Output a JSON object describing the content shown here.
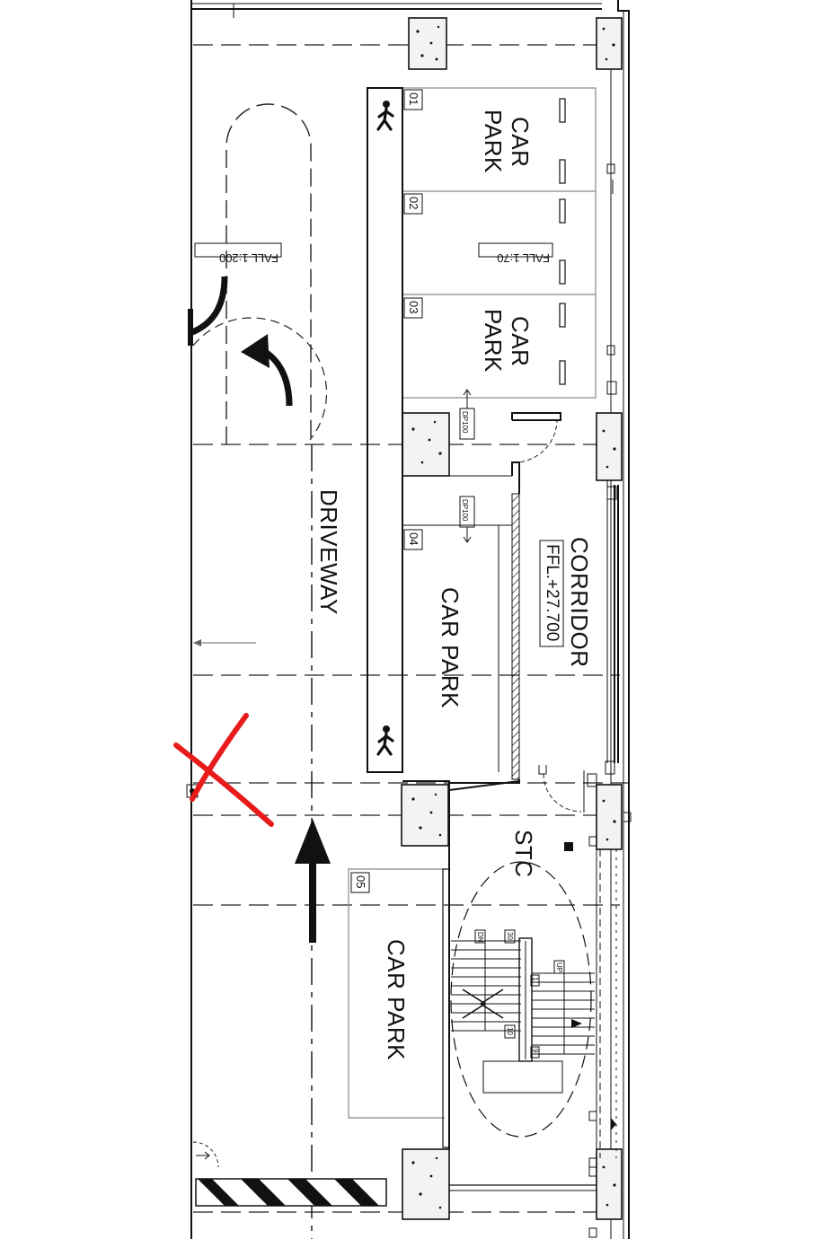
{
  "labels": {
    "car_park": "CAR PARK",
    "car": "CAR",
    "park": "PARK",
    "driveway": "DRIVEWAY",
    "corridor": "CORRIDOR",
    "ffl": "FFL.+27.700",
    "stc": "STC",
    "fall_driveway": "FALL 1:200",
    "fall_bays": "FALL 1:70",
    "dp": "DP100",
    "stair_up": "UP",
    "stair_dn": "DN"
  },
  "bays": [
    "01",
    "02",
    "03",
    "04",
    "05"
  ],
  "stair_numbers": [
    "30",
    "1",
    "10",
    "9"
  ],
  "colors": {
    "line": "#111111",
    "markup_cross": "#e81b1b",
    "column_fill": "#f3f3f3",
    "background": "#ffffff"
  },
  "icons": [
    "pedestrian-icon",
    "direction-arrow-icon",
    "turn-arrow-icon",
    "red-cross-markup-icon",
    "hazard-stripe-barrier"
  ]
}
